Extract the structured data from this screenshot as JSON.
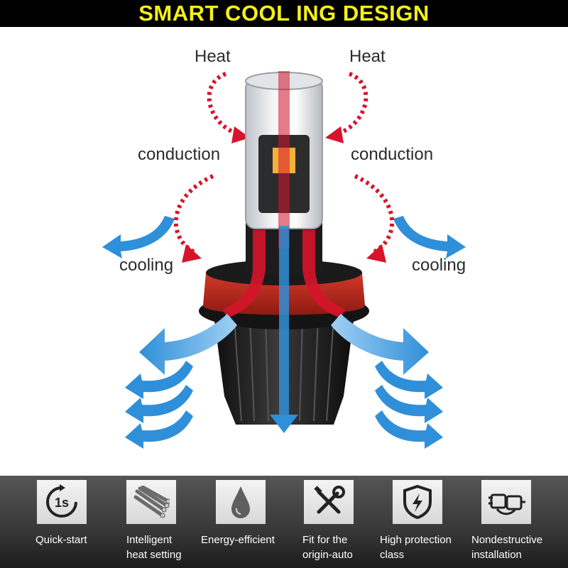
{
  "banner": {
    "title": "SMART COOL ING DESIGN",
    "title_color": "#f5ee19",
    "background": "#000000"
  },
  "diagram": {
    "labels": {
      "heat_left": "Heat",
      "heat_right": "Heat",
      "conduction_left": "conduction",
      "conduction_right": "conduction",
      "cooling_left": "cooling",
      "cooling_right": "cooling"
    },
    "colors": {
      "heat_arrow": "#d6142b",
      "cool_arrow": "#2f8fd8",
      "bulb_body": "#1e1e1e",
      "seal_ring": "#c0281e"
    }
  },
  "features": [
    {
      "icon": "one-second-timer-icon",
      "label_line1": "Quick-start",
      "label_line2": ""
    },
    {
      "icon": "heat-pipes-icon",
      "label_line1": "Intelligent",
      "label_line2": "heat setting"
    },
    {
      "icon": "water-drop-icon",
      "label_line1": "Energy-efficient",
      "label_line2": ""
    },
    {
      "icon": "wrench-screwdriver-icon",
      "label_line1": "Fit for the",
      "label_line2": "origin-auto"
    },
    {
      "icon": "lightning-shield-icon",
      "label_line1": "High protection",
      "label_line2": "class"
    },
    {
      "icon": "plug-connector-icon",
      "label_line1": "Nondestructive",
      "label_line2": "installation"
    }
  ],
  "icon_texts": {
    "timer": "1s"
  }
}
